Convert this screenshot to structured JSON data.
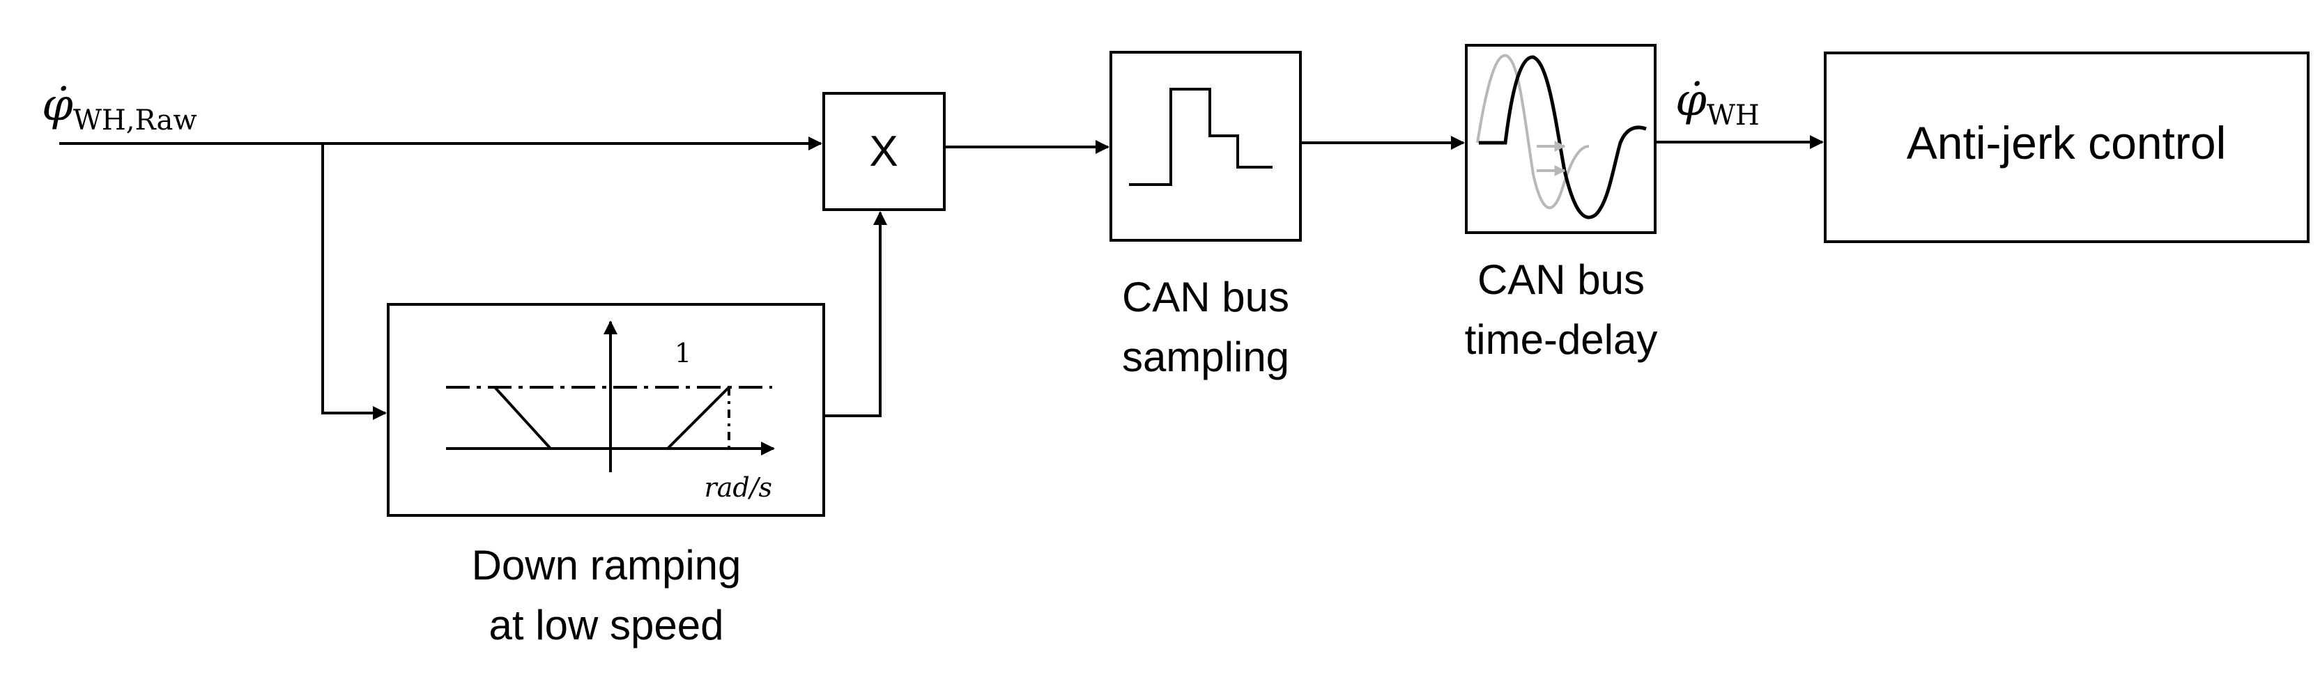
{
  "signals": {
    "input": {
      "symbol": "φ̇",
      "subscript": "WH,Raw"
    },
    "output": {
      "symbol": "φ̇",
      "subscript": "WH"
    }
  },
  "blocks": {
    "multiplier": {
      "label": "X"
    },
    "ramp": {
      "caption_line1": "Down ramping",
      "caption_line2": "at low speed",
      "gain_label": "1",
      "axis_label": "rad/s"
    },
    "sampling": {
      "caption_line1": "CAN bus",
      "caption_line2": "sampling"
    },
    "delay": {
      "caption_line1": "CAN bus",
      "caption_line2": "time-delay"
    },
    "antijerk": {
      "label": "Anti-jerk control"
    }
  },
  "colors": {
    "stroke": "#000000",
    "delayed_wave": "#b8b8b8"
  }
}
